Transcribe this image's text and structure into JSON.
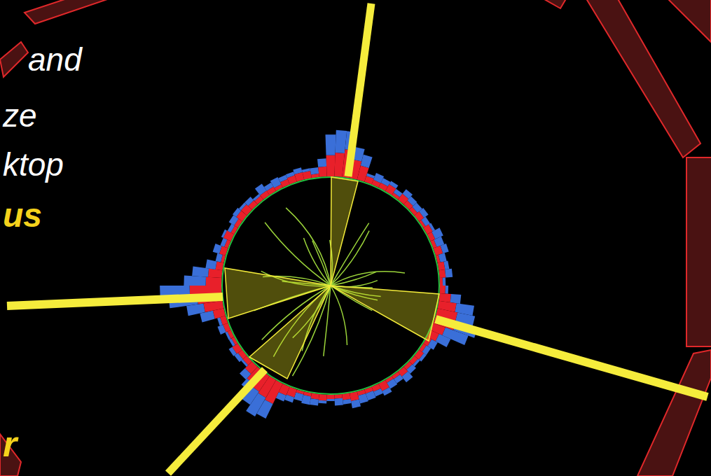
{
  "diagram": {
    "labels": [
      "and",
      "ze",
      "ktop",
      "us",
      "r"
    ]
  }
}
